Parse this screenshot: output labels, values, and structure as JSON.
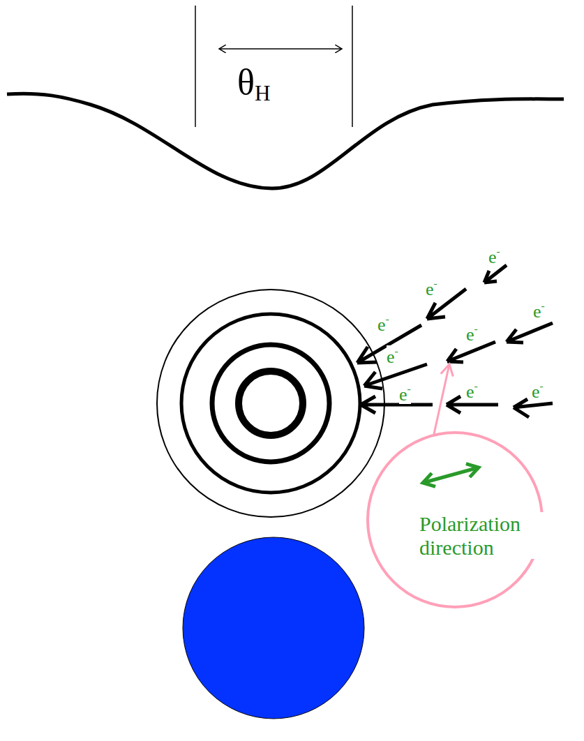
{
  "diagram": {
    "labels": [
      "θH",
      "e-",
      "e-",
      "e-",
      "e-",
      "e-",
      "e-",
      "e-",
      "e-",
      "e-",
      "Polarization direction"
    ]
  }
}
